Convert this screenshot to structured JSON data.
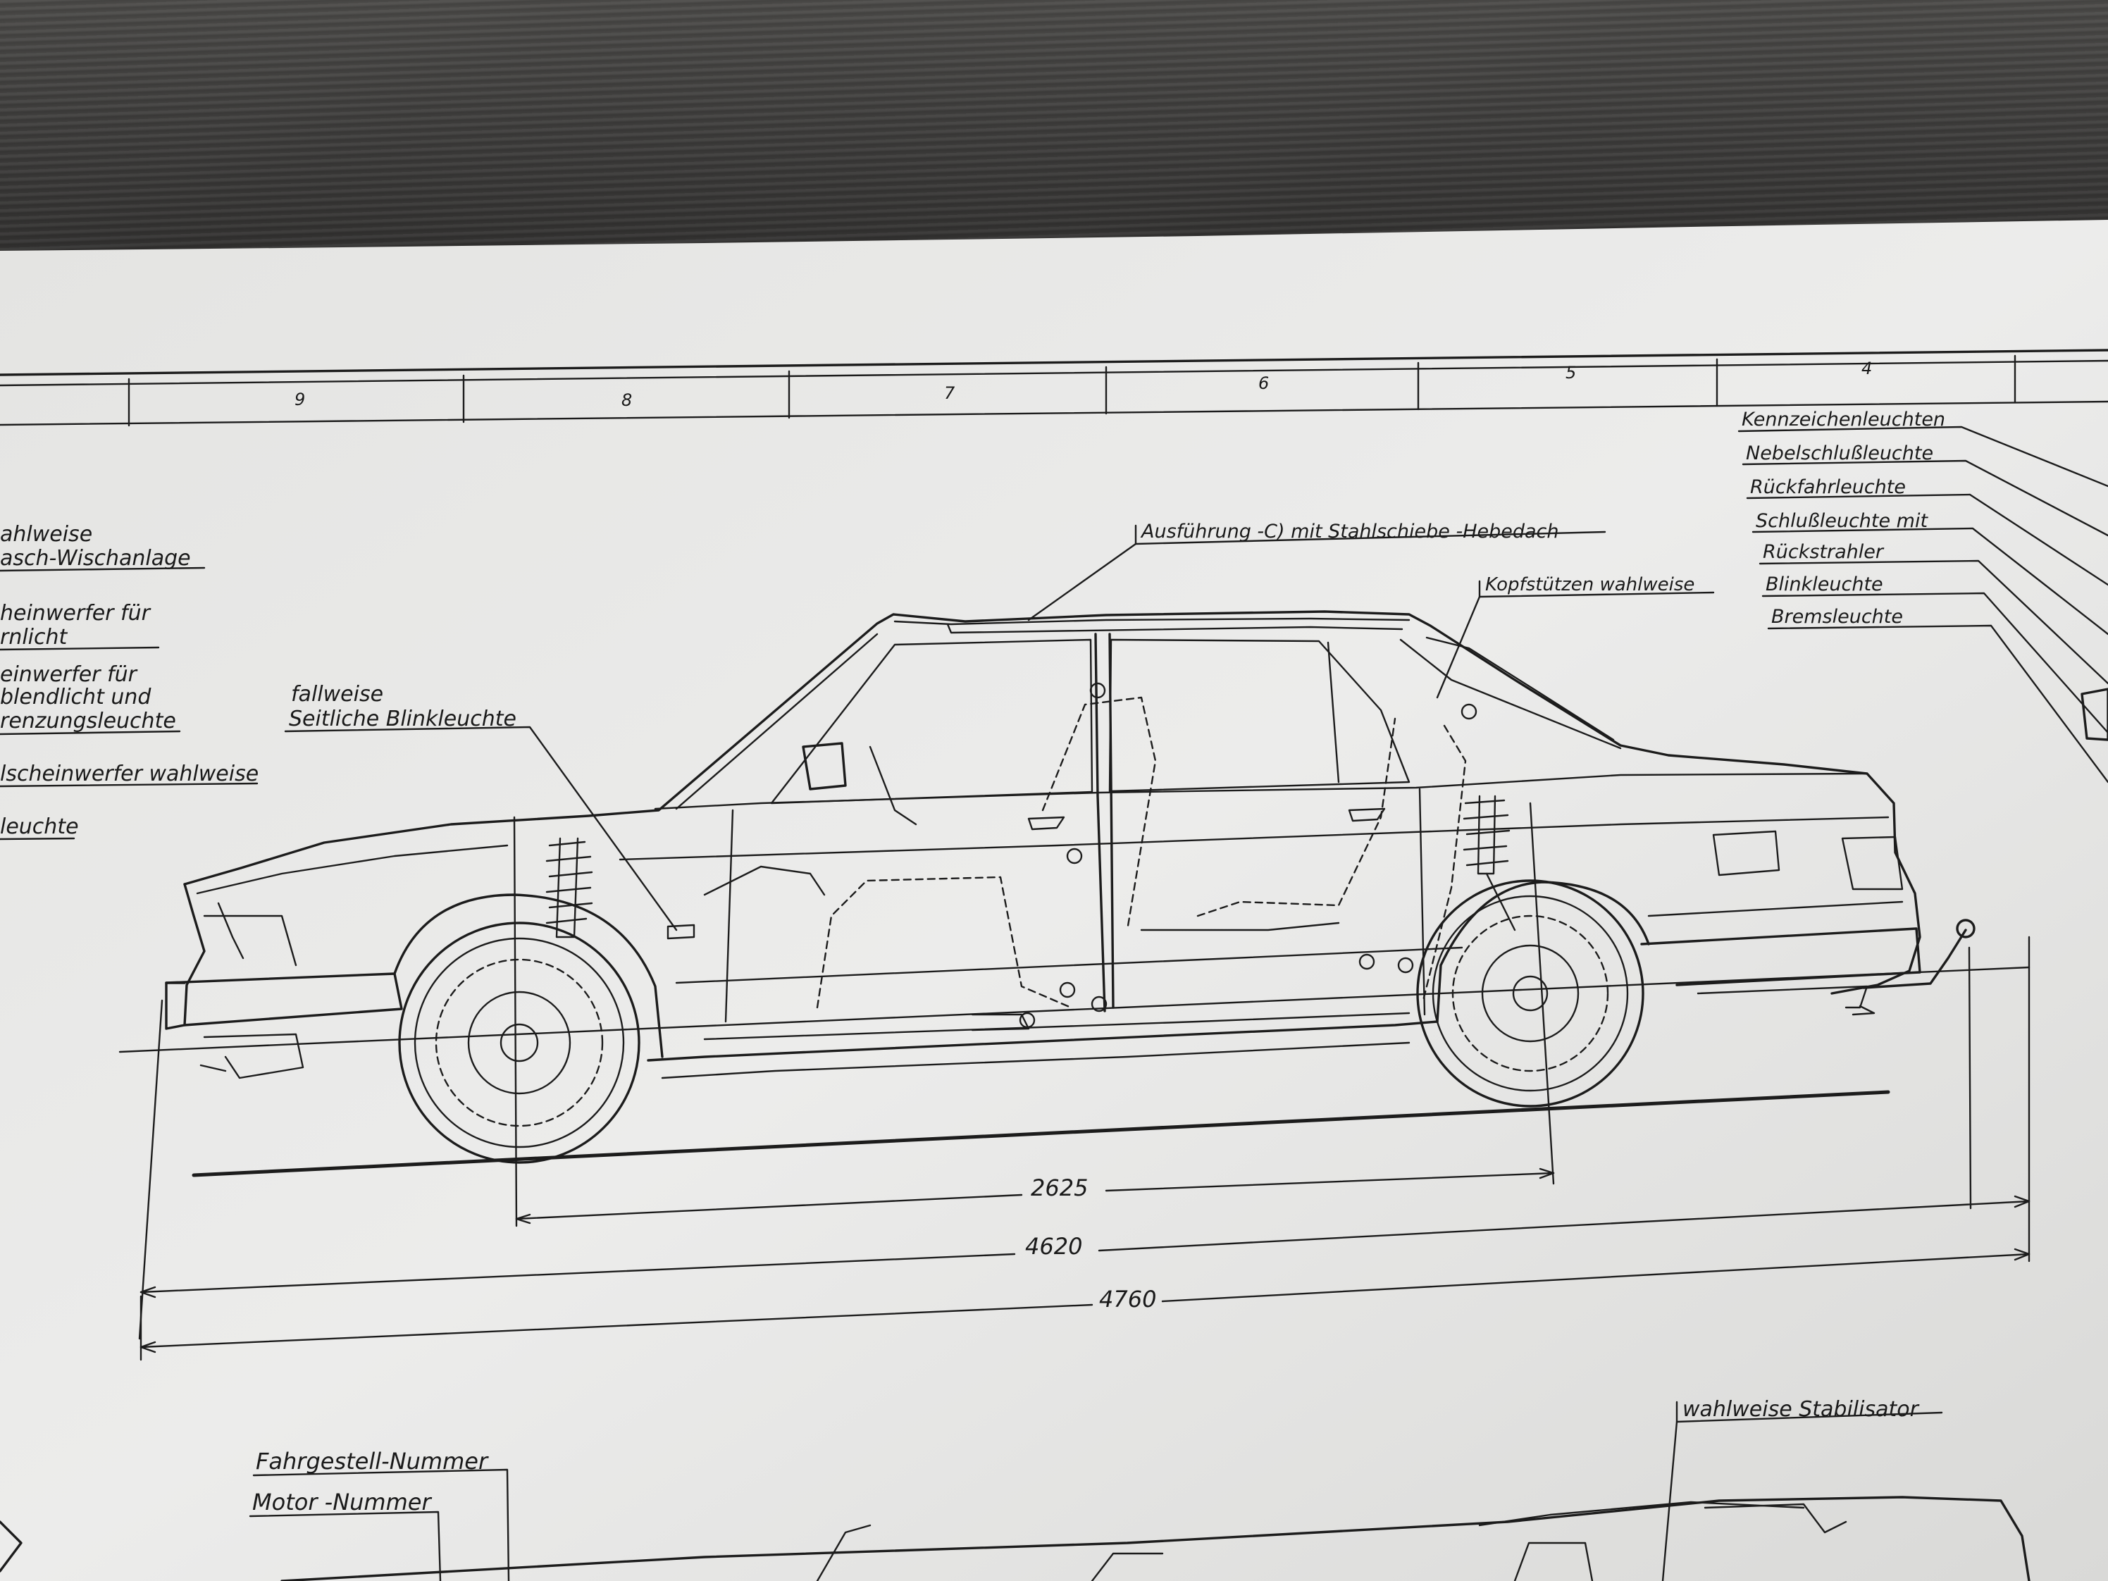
{
  "frame_numbers": [
    "9",
    "8",
    "7",
    "6",
    "5",
    "4"
  ],
  "labels_left": {
    "l1a": "ahlweise",
    "l1b": "asch-Wischanlage",
    "l2a": "heinwerfer  für",
    "l2b": "rnlicht",
    "l3a": "einwerfer  für",
    "l3b": "blendlicht  und",
    "l3c": "renzungsleuchte",
    "l4": "lscheinwerfer wahlweise",
    "l5": "leuchte"
  },
  "labels_center": {
    "fallweise_a": "fallweise",
    "fallweise_b": "Seitliche  Blinkleuchte",
    "ausfuhrung": "Ausführung  -C)  mit  Stahlschiebe -Hebedach",
    "kopfstutzen": "Kopfstützen  wahlweise"
  },
  "labels_right": [
    "Kennzeichenleuchten",
    "Nebelschlußleuchte",
    "Rückfahrleuchte",
    "Schlußleuchte  mit",
    "Rückstrahler",
    "Blinkleuchte",
    "Bremsleuchte"
  ],
  "dimensions": {
    "wheelbase": "2625",
    "length_a": "4620",
    "length_b": "4760"
  },
  "labels_bottom": {
    "stabilisator": "wahlweise  Stabilisator",
    "fahrgestell": "Fahrgestell-Nummer",
    "motor": "Motor -Nummer"
  }
}
